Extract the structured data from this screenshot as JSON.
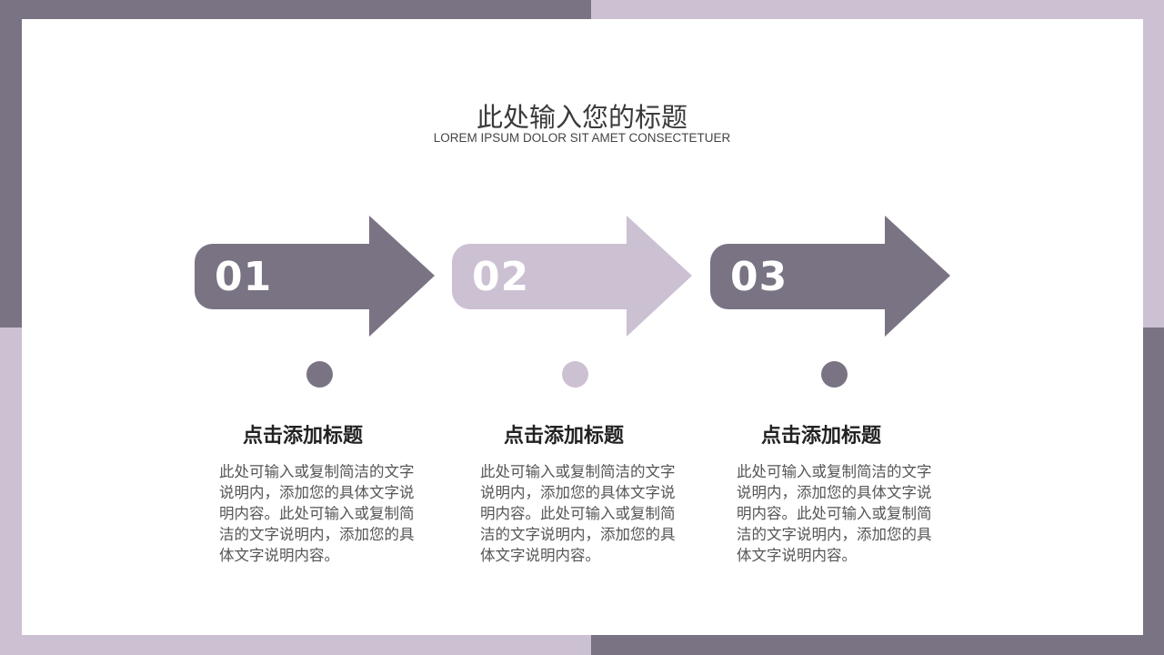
{
  "colors": {
    "dark": "#7a7383",
    "light": "#ccc0d3"
  },
  "header": {
    "title": "此处输入您的标题",
    "subtitle": "LOREM IPSUM DOLOR SIT AMET CONSECTETUER"
  },
  "steps": [
    {
      "number": "01",
      "title": "点击添加标题",
      "body": "此处可输入或复制简洁的文字说明内，添加您的具体文字说明内容。此处可输入或复制简洁的文字说明内，添加您的具体文字说明内容。",
      "color": "dark"
    },
    {
      "number": "02",
      "title": "点击添加标题",
      "body": "此处可输入或复制简洁的文字说明内，添加您的具体文字说明内容。此处可输入或复制简洁的文字说明内，添加您的具体文字说明内容。",
      "color": "light"
    },
    {
      "number": "03",
      "title": "点击添加标题",
      "body": "此处可输入或复制简洁的文字说明内，添加您的具体文字说明内容。此处可输入或复制简洁的文字说明内，添加您的具体文字说明内容。",
      "color": "dark"
    }
  ]
}
